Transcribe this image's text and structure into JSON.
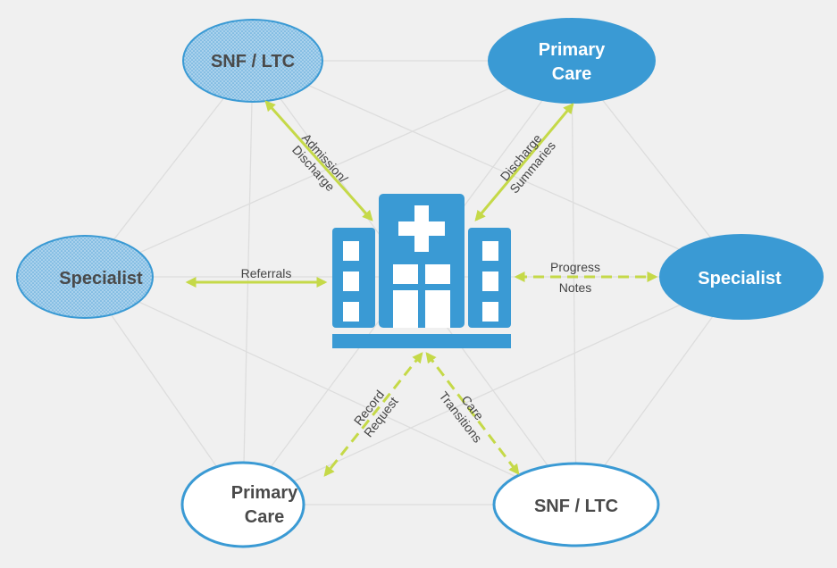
{
  "nodes": {
    "snf_top": {
      "label_1": "SNF / LTC",
      "label_2": ""
    },
    "primary_top": {
      "label_1": "Primary",
      "label_2": "Care"
    },
    "specialist_left": {
      "label_1": "Specialist",
      "label_2": ""
    },
    "specialist_right": {
      "label_1": "Specialist",
      "label_2": ""
    },
    "primary_bottom": {
      "label_1": "Primary",
      "label_2": "Care"
    },
    "snf_bottom": {
      "label_1": "SNF / LTC",
      "label_2": ""
    }
  },
  "edges": {
    "admission_discharge": {
      "line_1": "Admission/",
      "line_2": "Discharge"
    },
    "discharge_summaries": {
      "line_1": "Discharge",
      "line_2": "Summaries"
    },
    "referrals": {
      "line_1": "Referrals"
    },
    "progress_notes": {
      "line_1": "Progress",
      "line_2": "Notes"
    },
    "record_request": {
      "line_1": "Record",
      "line_2": "Request"
    },
    "care_transitions": {
      "line_1": "Care",
      "line_2": "Transitions"
    }
  },
  "colors": {
    "background": "#f0f0f0",
    "accent_blue": "#3a9ad4",
    "arrow_green": "#c5d948",
    "mesh_gray": "#dddddd"
  },
  "icons": {
    "center": "hospital-building-icon"
  }
}
